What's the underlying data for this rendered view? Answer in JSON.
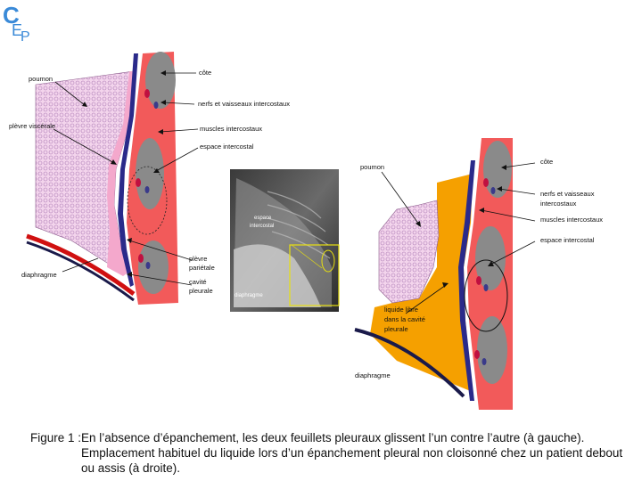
{
  "logo": {
    "text": "CEP",
    "color": "#3a8ad8"
  },
  "colors": {
    "muscle": "#f25a5a",
    "rib": "#8a8a8a",
    "lung": "#f0c8e8",
    "pleura": "#f4a8cc",
    "fluid": "#f5a000",
    "nerve": "#2a2a8a",
    "diaphragm": "#d01010"
  },
  "left_figure": {
    "labels": {
      "cote": "côte",
      "poumon": "poumon",
      "nerfs": "nerfs et vaisseaux intercostaux",
      "plevre_viscerale": "plèvre viscérale",
      "muscles": "muscles intercostaux",
      "espace": "espace intercostal",
      "plevre_parietale_1": "plèvre",
      "plevre_parietale_2": "pariétale",
      "cavite_1": "cavité",
      "cavite_2": "pleurale",
      "diaphragme": "diaphragme"
    }
  },
  "xray": {
    "labels": {
      "espace_1": "espace",
      "espace_2": "intercostal",
      "diaphragme": "diaphragme"
    }
  },
  "right_figure": {
    "labels": {
      "poumon": "poumon",
      "cote": "côte",
      "nerfs_1": "nerfs et vaisseaux",
      "nerfs_2": "intercostaux",
      "muscles": "muscles intercostaux",
      "espace": "espace intercostal",
      "liquide_1": "liquide libre",
      "liquide_2": "dans la cavité",
      "liquide_3": "pleurale",
      "diaphragme": "diaphragme"
    }
  },
  "caption": {
    "key": "Figure 1 :",
    "text": "En l’absence d’épanchement, les deux feuillets pleuraux glissent l’un contre l’autre (à gauche). Emplacement habituel du liquide lors d’un épanchement pleural non cloisonné chez un patient debout ou assis (à droite)."
  }
}
